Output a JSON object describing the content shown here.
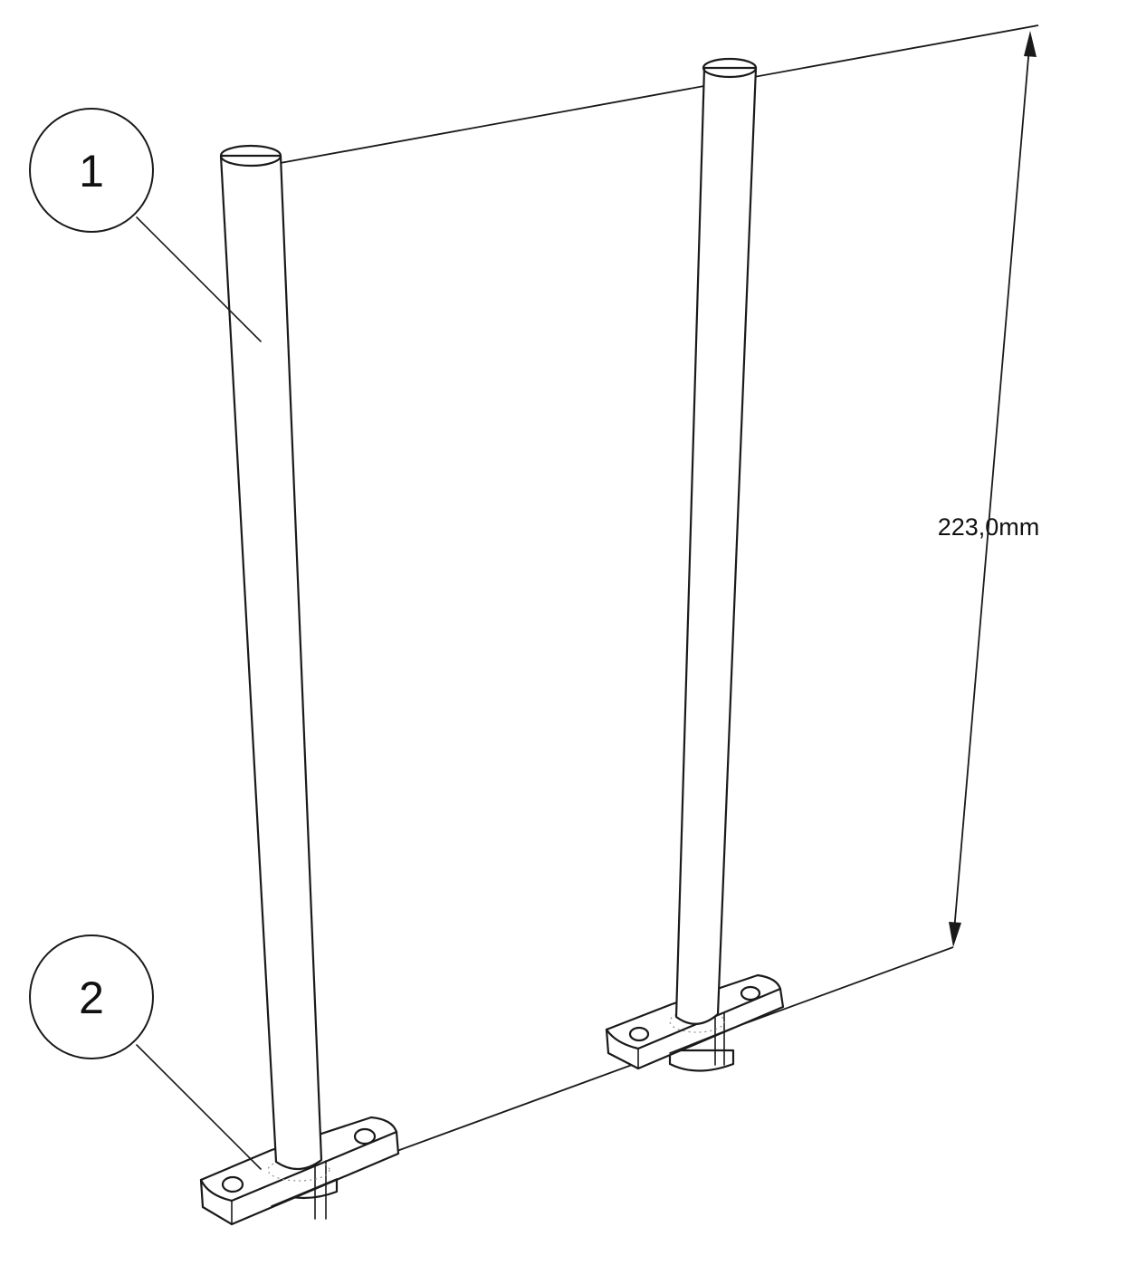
{
  "callouts": [
    {
      "id": "1",
      "label": "1"
    },
    {
      "id": "2",
      "label": "2"
    }
  ],
  "dimension": {
    "label": "223,0mm"
  }
}
